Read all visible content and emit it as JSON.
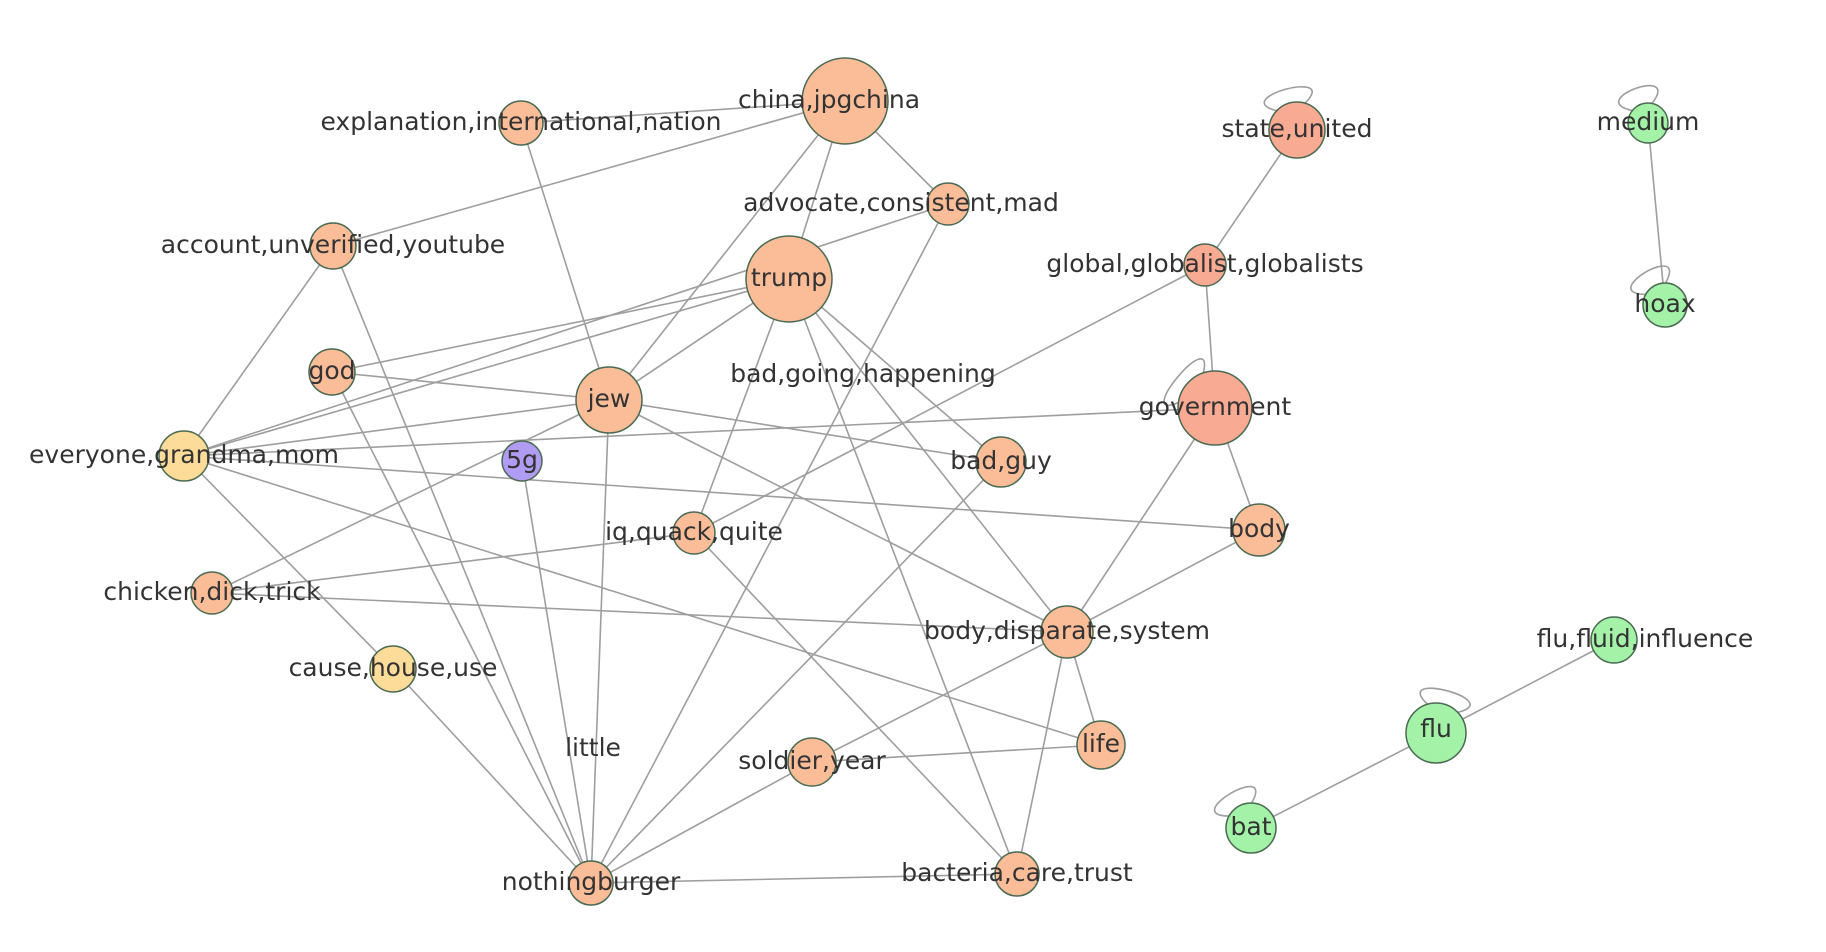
{
  "colors": {
    "orange": "#fbbc98",
    "salmon": "#f9aa92",
    "yellow": "#fddb98",
    "purple": "#b09cf2",
    "green": "#a4f2a8",
    "edge": "#9e9e9e",
    "stroke": "#4a6a52"
  },
  "nodes": [
    {
      "id": "china",
      "label": "china,jpgchina",
      "color": "orange"
    },
    {
      "id": "explanation",
      "label": "explanation,international,nation",
      "color": "orange"
    },
    {
      "id": "state",
      "label": "state,united",
      "color": "salmon"
    },
    {
      "id": "medium",
      "label": "medium",
      "color": "green"
    },
    {
      "id": "advocate",
      "label": "advocate,consistent,mad",
      "color": "orange"
    },
    {
      "id": "account",
      "label": "account,unverified,youtube",
      "color": "orange"
    },
    {
      "id": "trump",
      "label": "trump",
      "color": "orange"
    },
    {
      "id": "global",
      "label": "global,globalist,globalists",
      "color": "salmon"
    },
    {
      "id": "hoax",
      "label": "hoax",
      "color": "green"
    },
    {
      "id": "god",
      "label": "god",
      "color": "orange"
    },
    {
      "id": "jew",
      "label": "jew",
      "color": "orange"
    },
    {
      "id": "badgoing",
      "label": "bad,going,happening",
      "color": "orange"
    },
    {
      "id": "government",
      "label": "government",
      "color": "salmon"
    },
    {
      "id": "everyone",
      "label": "everyone,grandma,mom",
      "color": "yellow"
    },
    {
      "id": "fiveg",
      "label": "5g",
      "color": "purple"
    },
    {
      "id": "badguy",
      "label": "bad,guy",
      "color": "orange"
    },
    {
      "id": "body",
      "label": "body",
      "color": "orange"
    },
    {
      "id": "iq",
      "label": "iq,quack,quite",
      "color": "orange"
    },
    {
      "id": "chicken",
      "label": "chicken,dick,trick",
      "color": "orange"
    },
    {
      "id": "bodysys",
      "label": "body,disparate,system",
      "color": "orange"
    },
    {
      "id": "flufluid",
      "label": "flu,fluid,influence",
      "color": "green"
    },
    {
      "id": "cause",
      "label": "cause,house,use",
      "color": "yellow"
    },
    {
      "id": "flu",
      "label": "flu",
      "color": "green"
    },
    {
      "id": "little",
      "label": "little",
      "color": "orange"
    },
    {
      "id": "life",
      "label": "life",
      "color": "orange"
    },
    {
      "id": "soldier",
      "label": "soldier,year",
      "color": "orange"
    },
    {
      "id": "bat",
      "label": "bat",
      "color": "green"
    },
    {
      "id": "bacteria",
      "label": "bacteria,care,trust",
      "color": "orange"
    },
    {
      "id": "nothing",
      "label": "nothingburger",
      "color": "orange"
    }
  ],
  "edges": [
    [
      "china",
      "explanation"
    ],
    [
      "china",
      "account"
    ],
    [
      "china",
      "advocate"
    ],
    [
      "china",
      "trump"
    ],
    [
      "china",
      "jew"
    ],
    [
      "explanation",
      "jew"
    ],
    [
      "account",
      "everyone"
    ],
    [
      "account",
      "nothing"
    ],
    [
      "advocate",
      "everyone"
    ],
    [
      "advocate",
      "nothing"
    ],
    [
      "trump",
      "god"
    ],
    [
      "trump",
      "everyone"
    ],
    [
      "trump",
      "jew"
    ],
    [
      "trump",
      "iq"
    ],
    [
      "trump",
      "badguy"
    ],
    [
      "trump",
      "bodysys"
    ],
    [
      "trump",
      "bacteria"
    ],
    [
      "god",
      "jew"
    ],
    [
      "god",
      "nothing"
    ],
    [
      "jew",
      "badguy"
    ],
    [
      "jew",
      "bodysys"
    ],
    [
      "jew",
      "chicken"
    ],
    [
      "jew",
      "nothing"
    ],
    [
      "jew",
      "everyone"
    ],
    [
      "everyone",
      "government"
    ],
    [
      "everyone",
      "body"
    ],
    [
      "everyone",
      "cause"
    ],
    [
      "everyone",
      "life"
    ],
    [
      "global",
      "state"
    ],
    [
      "global",
      "government"
    ],
    [
      "global",
      "iq"
    ],
    [
      "government",
      "bodysys"
    ],
    [
      "government",
      "body"
    ],
    [
      "body",
      "bodysys"
    ],
    [
      "badguy",
      "nothing"
    ],
    [
      "iq",
      "chicken"
    ],
    [
      "iq",
      "bacteria"
    ],
    [
      "chicken",
      "bodysys"
    ],
    [
      "bodysys",
      "soldier"
    ],
    [
      "bodysys",
      "life"
    ],
    [
      "bodysys",
      "bacteria"
    ],
    [
      "fiveg",
      "nothing"
    ],
    [
      "cause",
      "nothing"
    ],
    [
      "soldier",
      "life"
    ],
    [
      "soldier",
      "nothing"
    ],
    [
      "bacteria",
      "nothing"
    ],
    [
      "medium",
      "hoax"
    ],
    [
      "flufluid",
      "flu"
    ],
    [
      "flu",
      "bat"
    ]
  ],
  "self_loops": [
    "state",
    "government",
    "medium",
    "hoax",
    "flu",
    "bat"
  ]
}
